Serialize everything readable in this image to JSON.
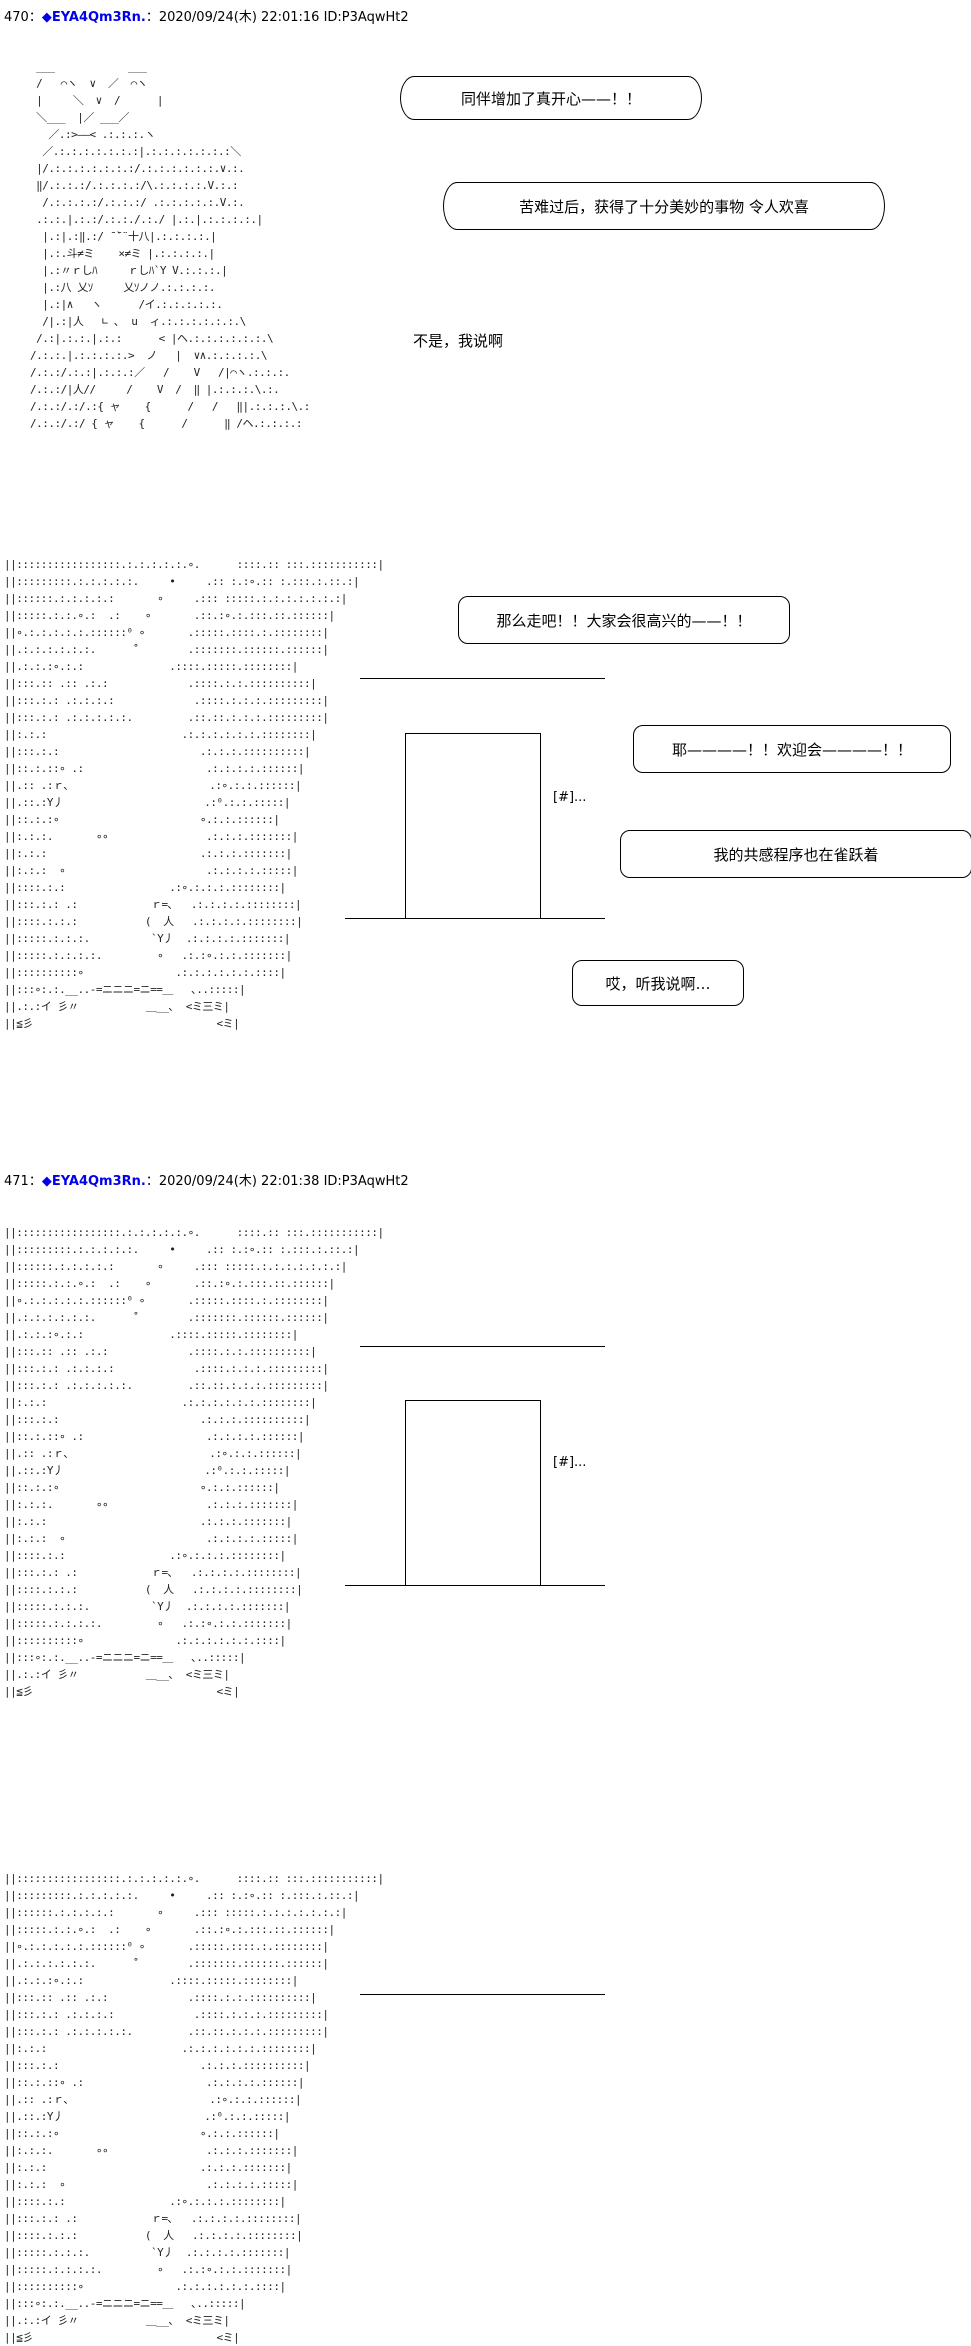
{
  "posts": [
    {
      "header": {
        "num": "470",
        "sep": "：",
        "trip": "◆EYA4Qm3Rn.",
        "meta": "：2020/09/24(木) 22:01:16 ID:P3AqwHt2"
      },
      "aa_left": " ___            ___\n /   ⌒ヽ  ∨  ／  ⌒ヽ\n |     ＼  ∨  /      |\n ＼___  |／ ___／\n   ／.:>――< .:.:.:.ヽ\n  ／.:.:.:.:.:.:.:|.:.:.:.:.:.:.:＼\n |/.:.:.:.:.:.:.:/.:.:.:.:.:.:.∨.:.\n ‖/.:.:.:/.:.:.:.:/\\.:.:.:.:.V.:.:\n  /.:.:.:.:/.:.:.:/ .:.:.:.:.:.V.:.\n .:.:.|.:.:/.:.:./.:./ |.:.|.:.:.:.:.|\n  |.:|.:‖.:/ ̄ ̄`¨十八|.:.:.:.:.|\n  |.:.斗≠ミ    ×≠ミ |.:.:.:.:.|\n  |.:〃ｒしﾊ     ｒしﾊ`Y V.:.:.:.|\n  |.:八 乂ｿ     乂ｿノノ.:.:.:.:.\n  |.:|∧   ヽ      /イ.:.:.:.:.:.\n  /|.:|人   ∟ ､  u  ィ.:.:.:.:.:.:.\\\n /.:|.:.:.|.:.:      < |ヘ.:.:.:.:.:.:.\\\n/.:.:.|.:.:.:.:.>  ノ   |  ∨∧.:.:.:.:.\\\n/.:.:/.:.:|.:.:.:／   /    V   /|⌒ヽ.:.:.:.\n/.:.:/|人//     /    V  /  ‖ |.:.:.:.\\.:.\n/.:.:/.:/.:{ ャ    {      /   /   ‖|.:.:.:.\\.:\n/.:.:/.:/ { ャ    {      /      ‖ /ヘ.:.:.:.:",
      "bubbles": [
        "同伴增加了真开心——！！",
        "苦难过后，获得了十分美妙的事物 令人欢喜"
      ],
      "plain_text": "不是，我说啊",
      "bubbles2": [
        "那么走吧！！大家会很高兴的——！！",
        "耶————！！欢迎会————！！",
        "我的共感程序也在雀跃着",
        "哎，听我说啊…"
      ],
      "scene_label": "[#]..."
    },
    {
      "header": {
        "num": "471",
        "sep": "：",
        "trip": "◆EYA4Qm3Rn.",
        "meta": "：2020/09/24(木) 22:01:38 ID:P3AqwHt2"
      },
      "scene_label": "[#]..."
    }
  ],
  "room_aa": "||:::::::::::::::::.:.:.:.:.:.∘.      ::::.:: :::.:::::::::::|\n||:::::::::.:.:.:.:.:.     •     .:: :.:∘.:: :.:::.:.::.:|\n||::::::.:.:.:.:.:       ∘     .::: :::::.:.:.:.:.:.:.:|\n||:::::.:.:.∘.:  .:    ∘       .::.:∘.:.:::.::.::::::|\n||∘.:.:.:.:.:.::::::⁰ ∘       .:::::.::::.:.::::::::|\n||.:.:.:.:.:.:.      ˚        .:::::::.::::::.::::::|\n||.:.:.:∘.:.:              .::::.:::::.::::::::|\n||:::.:: .:: .:.:             .::::.:.:.::::::::::|\n||:::.:.: .:.:.:.:             .::::.:.:.:.:::::::::|\n||:::.:.: .:.:.:.:.:.         .::.::.:.:.:.:::::::::|\n||:.:.:                      .:.:.:.:.:.:.::::::::|\n||:::.:.:                       .:.:.:.::::::::::|\n||::.:.::∘ .:                    .:.:.:.:.::::::|\n||.:: .:ｒ､                       .:∘.:.:.::::::|\n||.::.:Y丿                       .:⁰.:.:.:::::|\n||::.:.:∘                       ∘.:.:.::::::|\n||:.:.:.       ∘∘                .:.:.:.:::::::|\n||:.:.:                         .:.:.:.:::::::|\n||:.:.:  ∘                       .:.:.:.:.:::::|\n||::::.:.:                 .:∘.:.:.:.::::::::|\n||:::.:.: .:            ｒ=､   .:.:.:.:.::::::::|\n||::::.:.:.:           (  人   .:.:.:.:.::::::::|\n||:::::.:.:.:.          `Y丿  .:.:.:.:.:::::::|\n||:::::.:.:.:.:.         ∘   .:.:∘.:.:.:::::::|\n||::::::::::∘               .:.:.:.:.:.:.::::|\n||:::∘:.:.__..-=ニニニ=ニ==＿   ､..:::::|\n||.:.:イ 彡〃           ＿__､  <ミ三ミ|\n||≦彡                              <ミ|"
}
